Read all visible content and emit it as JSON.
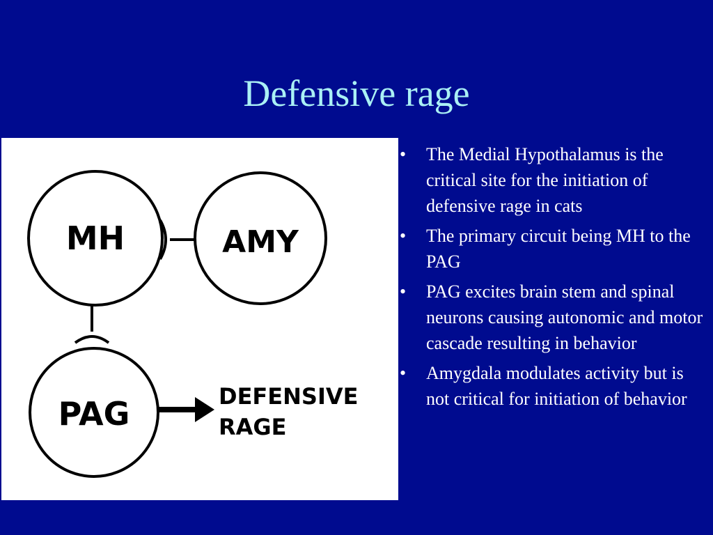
{
  "slide": {
    "title": "Defensive rage",
    "background_color": "#000b8f",
    "title_color": "#aaf0f5"
  },
  "diagram": {
    "nodes": {
      "mh": "MH",
      "amy": "AMY",
      "pag": "PAG"
    },
    "output_line1": "DEFENSIVE",
    "output_line2": "RAGE"
  },
  "bullets": [
    {
      "marker": "•",
      "text": "The Medial Hypothalamus is the critical site for the initiation of defensive rage in cats"
    },
    {
      "marker": "•",
      "text": "The primary circuit being MH to the PAG"
    },
    {
      "marker": "•",
      "text": "PAG excites brain stem and spinal neurons causing autonomic and motor cascade resulting in behavior"
    },
    {
      "marker": "•",
      "text": "Amygdala modulates activity but is not critical for initiation of behavior"
    }
  ]
}
